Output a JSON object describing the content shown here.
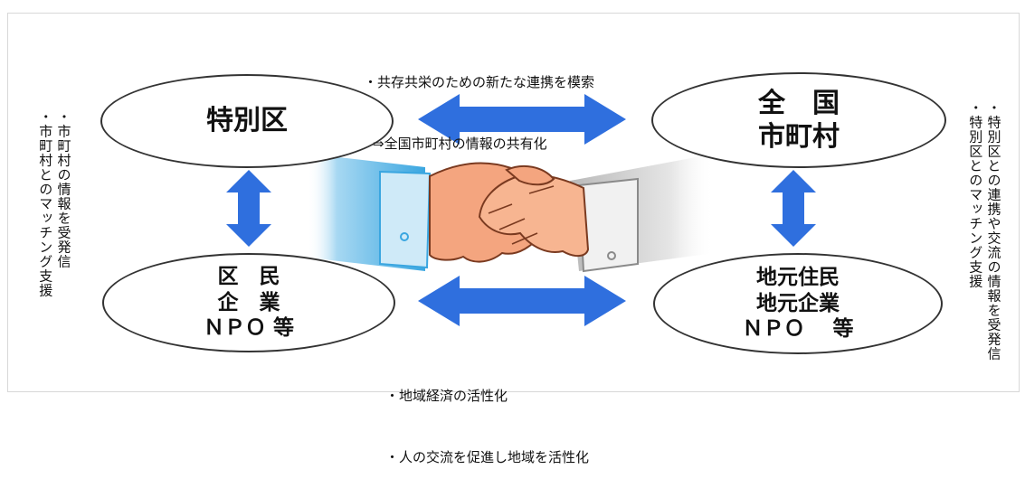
{
  "nodes": {
    "top_left": "特別区",
    "top_right": "全　国\n市町村",
    "bottom_left": "区　民\n企　業\nＮＰＯ 等",
    "bottom_right": "地元住民\n地元企業\nＮＰＯ　 等"
  },
  "notes": {
    "top_1": "・共存共栄のための新たな連携を模索",
    "top_2": "⇒全国市町村の情報の共有化",
    "bottom_1": "・地域経済の活性化",
    "bottom_2": "・人の交流を促進し地域を活性化",
    "left_1": "・市町村の情報を受発信",
    "left_2": "・市町村とのマッチング支援",
    "right_1": "・特別区との連携や交流の情報を受発信",
    "right_2": "・特別区とのマッチング支援"
  },
  "colors": {
    "arrow": "#2f6fde",
    "outline": "#333333",
    "left_sleeve": "#3aa6e0",
    "right_sleeve": "#b9b9b9",
    "skin": "#f4a57f"
  },
  "illustration": "handshake"
}
